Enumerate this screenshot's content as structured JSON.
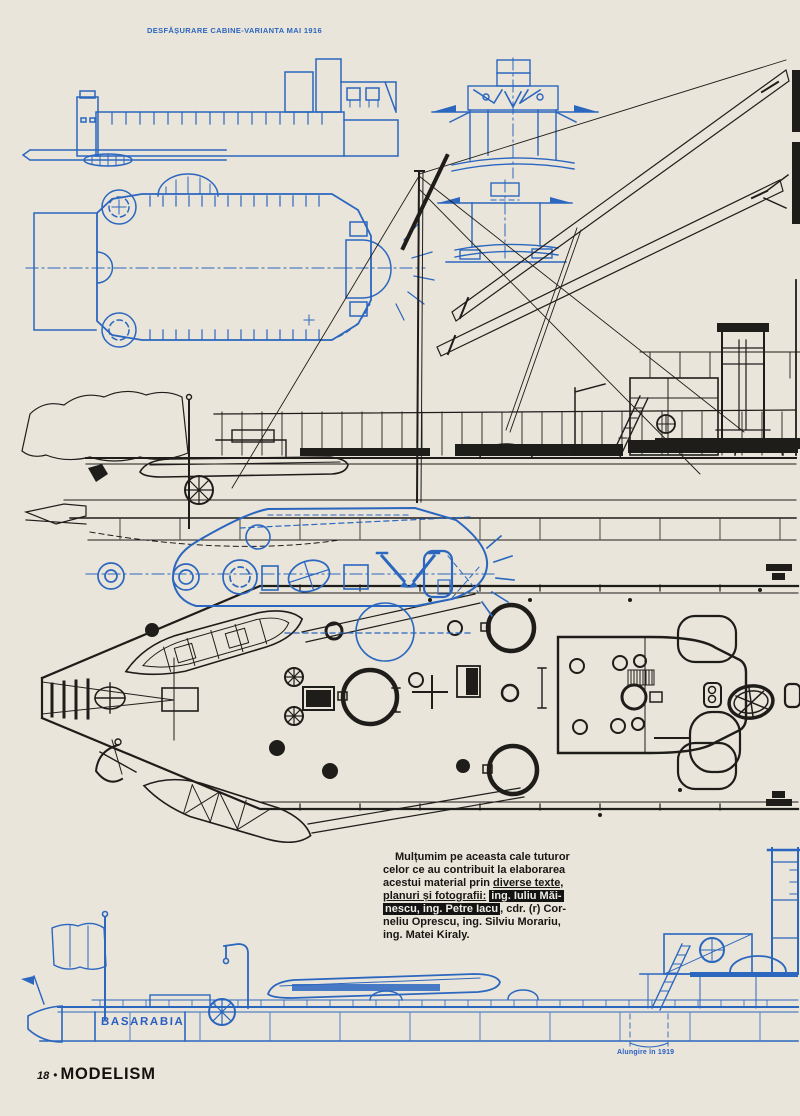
{
  "page": {
    "header_label": "DESFĂȘURARE CABINE-VARIANTA MAI 1916",
    "footer": {
      "page_number": "18",
      "bullet": "•",
      "magazine": "MODELISM"
    }
  },
  "credits": {
    "line1": "Mulțumim pe aceasta cale tuturor",
    "line2": "celor ce au contribuit la elaborarea",
    "line3_pre": "acestui material prin ",
    "line3_underlined": "diverse texte,",
    "line4_underlined": "planuri și fotografii:",
    "line4_highlight": "ing. Iuliu Măi-",
    "line5_highlight": "nescu, ing. Petre Iacu",
    "line5_post": ", cdr. (r) Cor-",
    "line6": "neliu Oprescu, ing. Silviu Morariu,",
    "line7": "ing. Matei Kiraly."
  },
  "drawing_labels": {
    "ship_name": "BASARABIA",
    "annotation_lengthening": "Alungire în 1919"
  },
  "colors": {
    "paper": "#e9e5da",
    "blueprint_blue": "#2b66bf",
    "ink_black": "#1f1d1a"
  }
}
